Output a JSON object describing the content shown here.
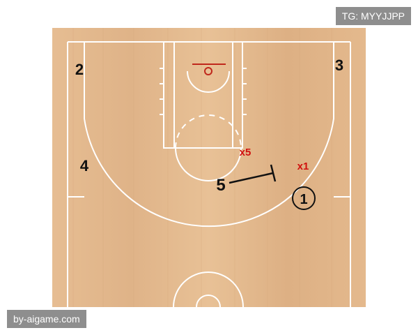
{
  "watermarks": {
    "top_right": "TG: MYYJJPP",
    "bottom_left": "by-aigame.com"
  },
  "players": {
    "p2": "2",
    "p3": "3",
    "p4": "4",
    "p5": "5",
    "p1": "1"
  },
  "defenders": {
    "x5": "x5",
    "x1": "x1"
  },
  "colors": {
    "court": "#e3b78a",
    "lines": "#ffffff",
    "offense": "#111111",
    "defense": "#d0110f",
    "rim": "#c0281c"
  }
}
